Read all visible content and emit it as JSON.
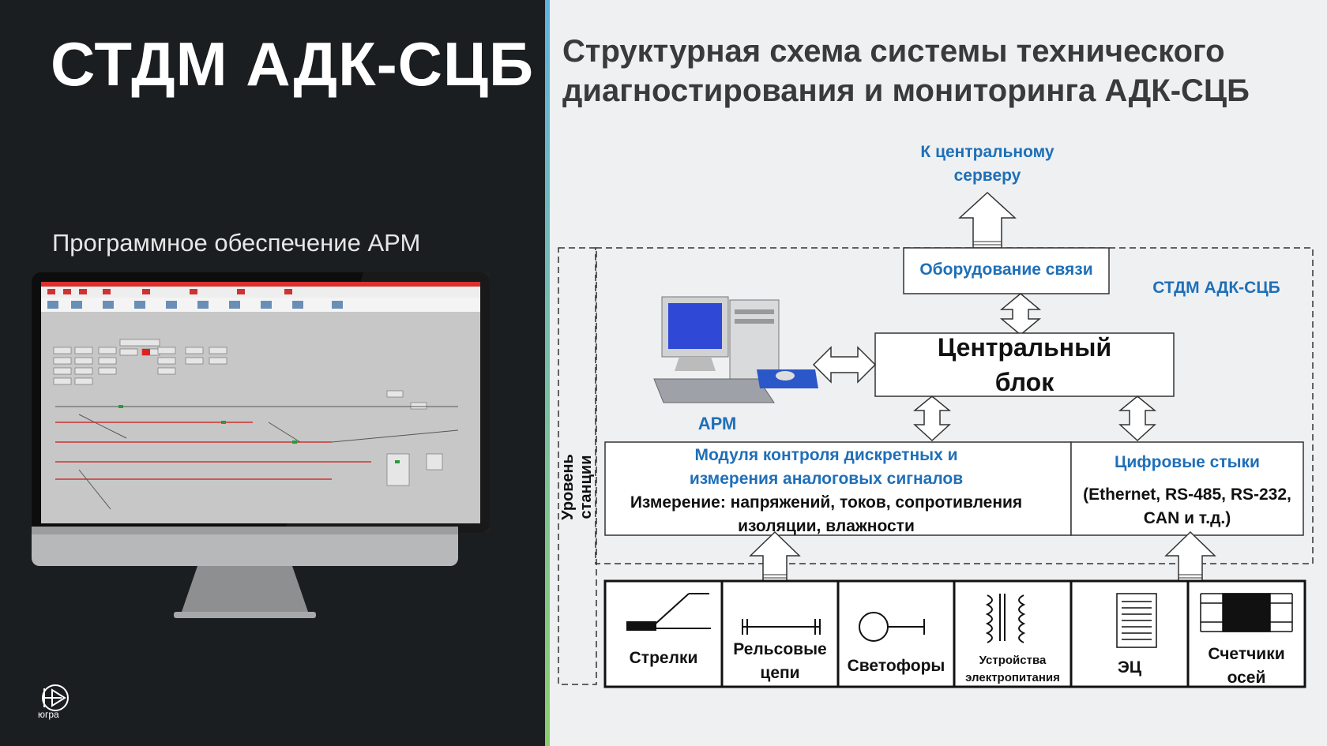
{
  "left": {
    "title": "СТДМ АДК-СЦБ",
    "subtitle": "Программное обеспечение АРМ",
    "logo_text": "югра"
  },
  "diagram": {
    "title_line1": "Структурная схема системы технического",
    "title_line2": "диагностирования и мониторинга АДК-СЦБ",
    "server_label_line1": "К центральному",
    "server_label_line2": "серверу",
    "comm_equipment": "Оборудование связи",
    "system_label": "СТДМ АДК-СЦБ",
    "central_block_line1": "Центральный",
    "central_block_line2": "блок",
    "arm_label": "АРМ",
    "station_level": "Уровень станции",
    "module_title_line1": "Модуля контроля дискретных и",
    "module_title_line2": "измерения аналоговых сигналов",
    "module_desc_line1": "Измерение: напряжений, токов, сопротивления",
    "module_desc_line2": "изоляции, влажности",
    "digital_title": "Цифровые стыки",
    "digital_desc_line1": "(Ethernet, RS-485, RS-232,",
    "digital_desc_line2": "CAN и т.д.)",
    "devices": [
      {
        "line1": "Стрелки",
        "line2": ""
      },
      {
        "line1": "Рельсовые",
        "line2": "цепи"
      },
      {
        "line1": "Светофоры",
        "line2": ""
      },
      {
        "line1": "Устройства",
        "line2": "электропитания"
      },
      {
        "line1": "ЭЦ",
        "line2": ""
      },
      {
        "line1": "Счетчики",
        "line2": "осей"
      }
    ]
  },
  "colors": {
    "accent_blue": "#1f6fb8",
    "dark_bg": "#1b1e21",
    "light_bg": "#eef0f2"
  }
}
